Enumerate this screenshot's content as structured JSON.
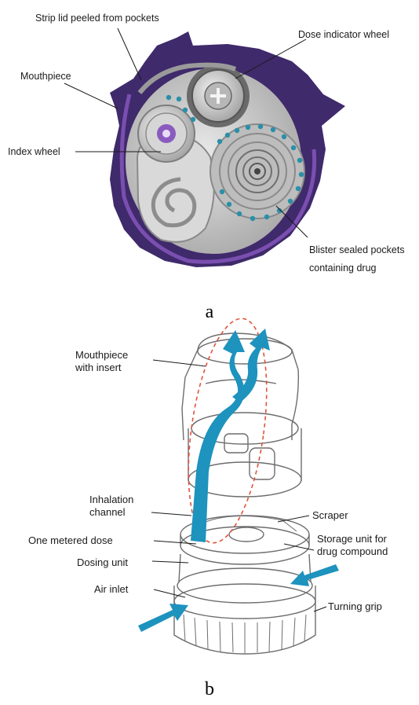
{
  "panel_a": {
    "caption": "a",
    "labels": {
      "strip_lid": "Strip lid peeled from pockets",
      "dose_indicator": "Dose indicator wheel",
      "mouthpiece": "Mouthpiece",
      "index_wheel": "Index wheel",
      "blister_1": "Blister sealed pockets",
      "blister_2": "containing drug"
    },
    "colors": {
      "casing": "#3f2a6b",
      "accent": "#7a4fb0",
      "body": "#c9c9c9",
      "pockets": "#2a8fa8"
    }
  },
  "panel_b": {
    "caption": "b",
    "labels": {
      "mouthpiece_1": "Mouthpiece",
      "mouthpiece_2": "with insert",
      "inhalation_1": "Inhalation",
      "inhalation_2": "channel",
      "scraper": "Scraper",
      "metered_dose": "One metered dose",
      "storage_1": "Storage unit for",
      "storage_2": "drug compound",
      "dosing_unit": "Dosing unit",
      "air_inlet": "Air inlet",
      "turning_grip": "Turning grip"
    },
    "colors": {
      "airflow": "#1d93bd",
      "outline": "#6d6d6d",
      "dashed": "#e0533b"
    }
  }
}
